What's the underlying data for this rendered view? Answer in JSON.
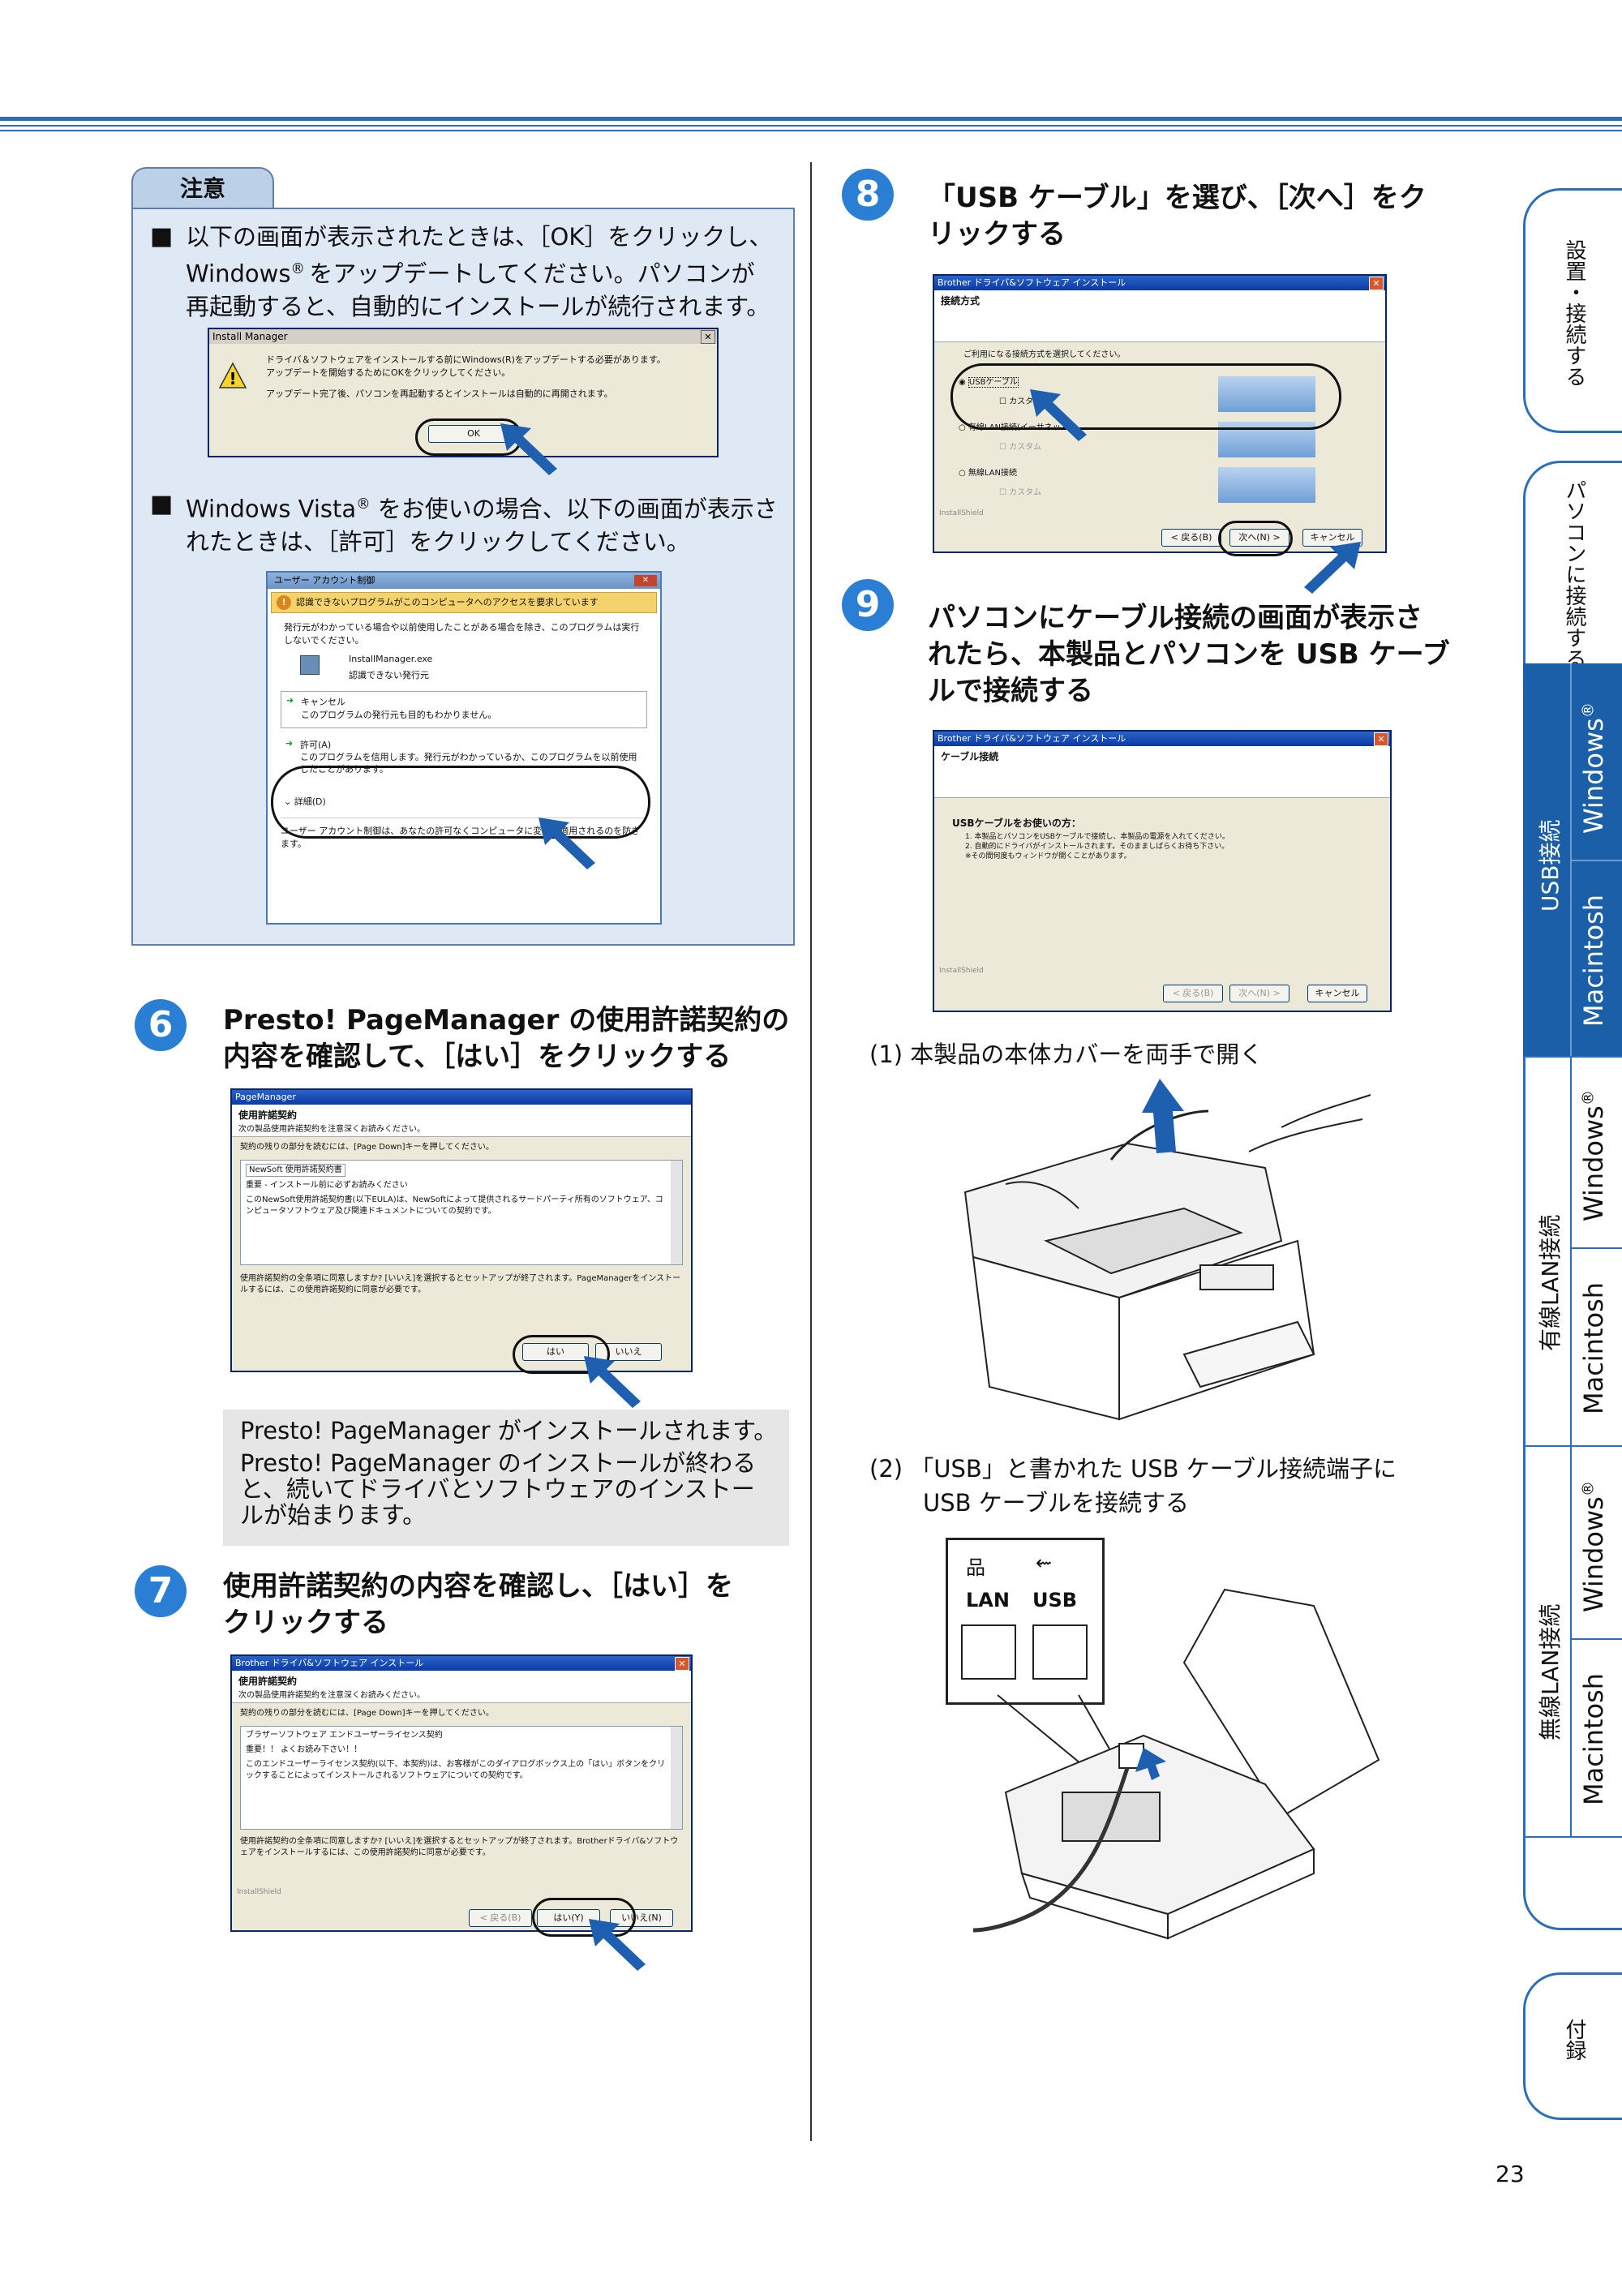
{
  "caution": {
    "tab": "注意",
    "bullet": "■",
    "item1_lines": [
      "以下の画面が表示されたときは、［OK］をクリックし、",
      "Windows",
      "® ",
      "をアップデートしてください。パソコンが",
      "再起動すると、自動的にインストールが続行されます。"
    ],
    "item2_lines": [
      "Windows Vista",
      "®",
      " をお使いの場合、以下の画面が表示さ",
      "れたときは、［許可］をクリックしてください。"
    ]
  },
  "install_manager": {
    "title": "Install Manager",
    "line1": "ドライバ＆ソフトウェアをインストールする前にWindows(R)をアップデートする必要があります。",
    "line2": "アップデートを開始するためにOKをクリックしてください。",
    "line3": "アップデート完了後、パソコンを再起動するとインストールは自動的に再開されます。",
    "ok": "OK"
  },
  "uac": {
    "title": "ユーザー アカウント制御",
    "warning": "認識できないプログラムがこのコンピュータへのアクセスを要求しています",
    "intro": "発行元がわかっている場合や以前使用したことがある場合を除き、このプログラムは実行しないでください。",
    "app_name": "InstallManager.exe",
    "app_pub": "認識できない発行元",
    "cancel_title": "キャンセル",
    "cancel_desc": "このプログラムの発行元も目的もわかりません。",
    "allow_title": "許可(A)",
    "allow_desc": "このプログラムを信用します。発行元がわかっているか、このプログラムを以前使用したことがあります。",
    "details": "詳細(D)",
    "footer": "ユーザー アカウント制御は、あなたの許可なくコンピュータに変更が適用されるのを防ぎます。"
  },
  "step6": {
    "num": "6",
    "title_lines": [
      "Presto! PageManager の使用許諾契約の",
      "内容を確認して、［はい］をクリックする"
    ],
    "dialog_title": "PageManager",
    "head": "使用許諾契約",
    "sub": "次の製品使用許諾契約を注意深くお読みください。",
    "hint": "契約の残りの部分を読むには、[Page Down]キーを押してください。",
    "box1": "NewSoft 使用許諾契約書",
    "box2": "重要 - インストール前に必ずお読みください",
    "box3": "このNewSoft使用許諾契約書(以下EULA)は、NewSoftによって提供されるサードパーティ所有のソフトウェア、コンピュータソフトウェア及び関連ドキュメントについての契約です。",
    "question": "使用許諾契約の全条項に同意しますか? [いいえ]を選択するとセットアップが終了されます。PageManagerをインストールするには、この使用許諾契約に同意が必要です。",
    "yes": "はい",
    "no": "いいえ"
  },
  "info": {
    "line1": "Presto! PageManager がインストールされます。",
    "line2": [
      "Presto! PageManager のインストールが終わる",
      "と、続いてドライバとソフトウェアのインストー",
      "ルが始まります。"
    ]
  },
  "step7": {
    "num": "7",
    "title_lines": [
      "使用許諾契約の内容を確認し、［はい］を",
      "クリックする"
    ],
    "dialog_title": "Brother ドライバ&ソフトウェア インストール",
    "head": "使用許諾契約",
    "sub": "次の製品使用許諾契約を注意深くお読みください。",
    "hint": "契約の残りの部分を読むには、[Page Down]キーを押してください。",
    "box1": "ブラザーソフトウェア エンドユーザーライセンス契約",
    "box2": "重要！！ よくお読み下さい！！",
    "box3": "このエンドユーザーライセンス契約(以下、本契約)は、お客様がこのダイアログボックス上の「はい」ボタンをクリックすることによってインストールされるソフトウェアについての契約です。",
    "question": "使用許諾契約の全条項に同意しますか? [いいえ]を選択するとセットアップが終了されます。Brotherドライバ&ソフトウェアをインストールするには、この使用許諾契約に同意が必要です。",
    "footer": "InstallShield",
    "back": "< 戻る(B)",
    "yes": "はい(Y)",
    "no": "いいえ(N)"
  },
  "step8": {
    "num": "8",
    "title_lines": [
      "「USB ケーブル」を選び、［次へ］をク",
      "リックする"
    ],
    "dialog_title": "Brother ドライバ&ソフトウェア インストール",
    "head": "接続方式",
    "prompt": "ご利用になる接続方式を選択してください。",
    "opt1": "USBケーブル",
    "opt2": "有線LAN接続(イーサネット)",
    "opt3": "無線LAN接続",
    "custom": "カスタム",
    "footer": "InstallShield",
    "back": "< 戻る(B)",
    "next": "次へ(N) >",
    "cancel": "キャンセル"
  },
  "step9": {
    "num": "9",
    "title_lines": [
      "パソコンにケーブル接続の画面が表示さ",
      "れたら、本製品とパソコンを USB ケーブ",
      "ルで接続する"
    ],
    "dialog_title": "Brother ドライバ&ソフトウェア インストール",
    "head": "ケーブル接続",
    "usb_head": "USBケーブルをお使いの方：",
    "usb1": "1. 本製品とパソコンをUSBケーブルで接続し、本製品の電源を入れてください。",
    "usb2": "2. 自動的にドライバがインストールされます。そのまましばらくお待ち下さい。",
    "usb3": "※その間何度もウィンドウが開くことがあります。",
    "footer": "InstallShield",
    "back": "< 戻る(B)",
    "next": "次へ(N) >",
    "cancel": "キャンセル"
  },
  "sub1": "(1)  本製品の本体カバーを両手で開く",
  "sub2_lines": [
    "(2)  「USB」と書かれた USB ケーブル接続端子に",
    "USB ケーブルを接続する"
  ],
  "port_labels": {
    "lan": "LAN",
    "usb": "USB"
  },
  "side": {
    "tab1": "設置・接続する",
    "tab2": "パソコンに接続する",
    "sec1": "USB接続",
    "sec2": "有線LAN接続",
    "sec3": "無線LAN接続",
    "windows": "Windows",
    "reg": "®",
    "mac": "Macintosh",
    "tab_last": "付録"
  },
  "page_number": "23"
}
